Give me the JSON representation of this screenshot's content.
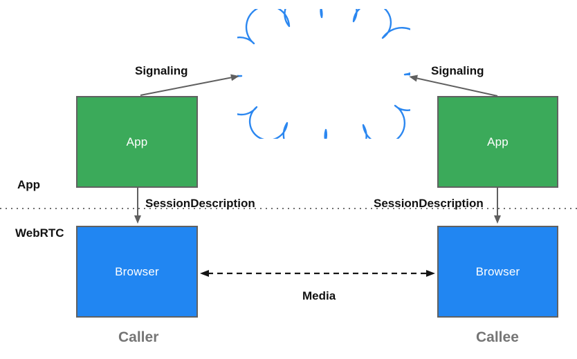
{
  "diagram": {
    "lane_labels": {
      "top": "App",
      "bottom": "WebRTC"
    },
    "nodes": {
      "caller_app": {
        "label": "App"
      },
      "callee_app": {
        "label": "App"
      },
      "caller_browser": {
        "label": "Browser"
      },
      "callee_browser": {
        "label": "Browser"
      }
    },
    "edge_labels": {
      "signaling_left": "Signaling",
      "signaling_right": "Signaling",
      "session_description_left": "SessionDescription",
      "session_description_right": "SessionDescription",
      "media": "Media"
    },
    "role_labels": {
      "caller": "Caller",
      "callee": "Callee"
    },
    "colors": {
      "app_box_fill": "#3BAA5A",
      "browser_box_fill": "#2186F2",
      "box_border": "#616161",
      "cloud_stroke": "#2B87F0",
      "arrow_gray": "#5F5F5F",
      "arrow_black": "#141414",
      "divider_dot": "#6E6E6E",
      "role_label_gray": "#757575"
    }
  }
}
